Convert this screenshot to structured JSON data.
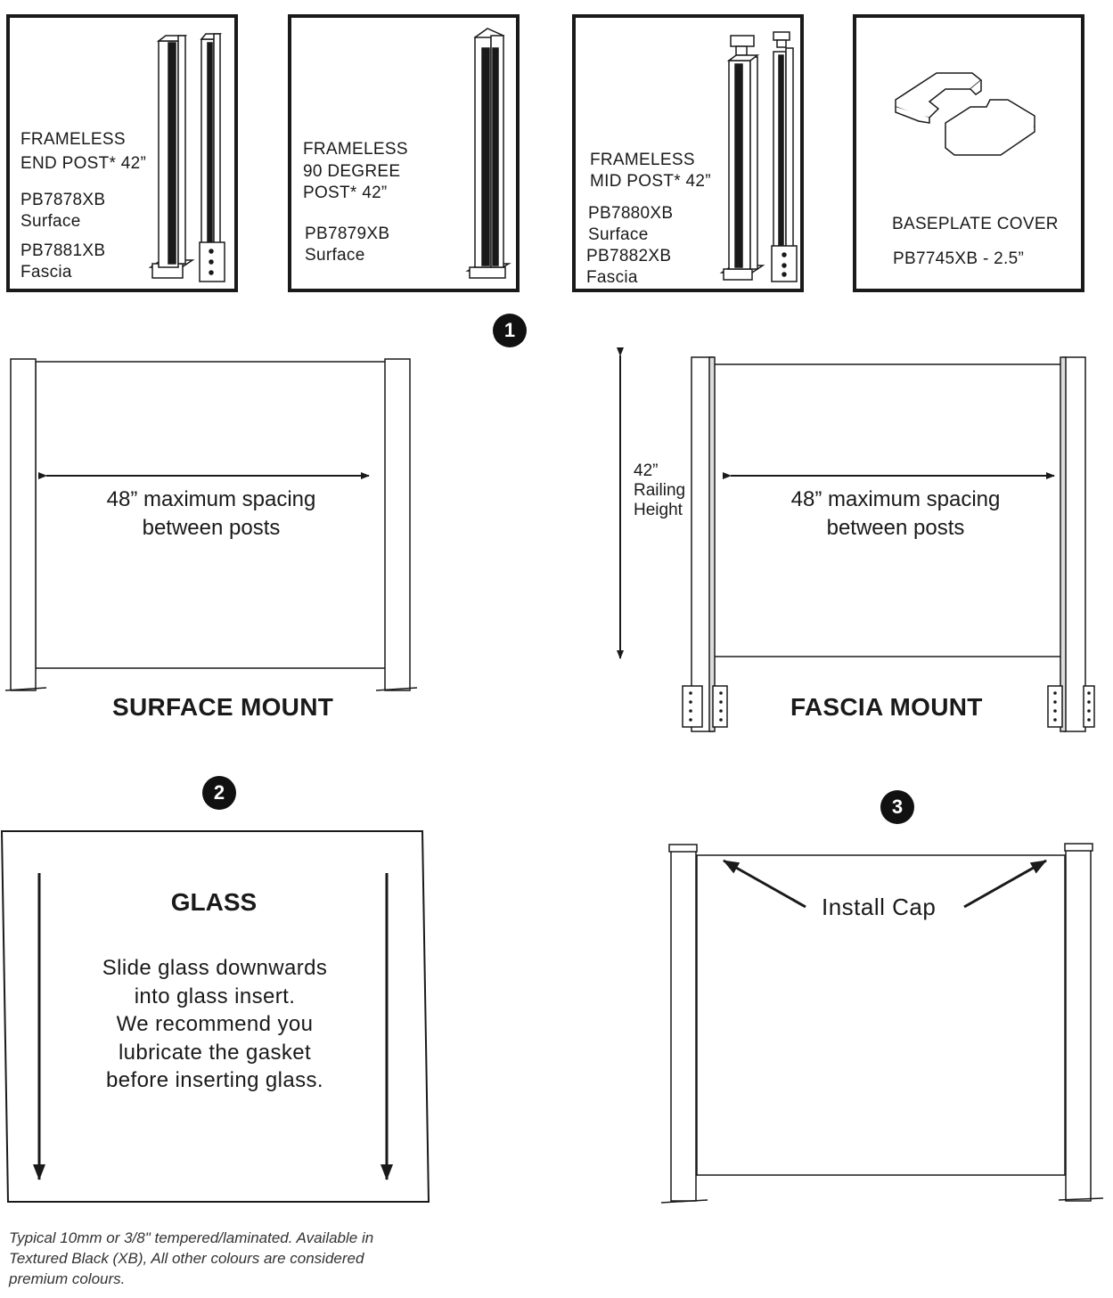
{
  "products": [
    {
      "lines": [
        "FRAMELESS",
        "END POST* 42”"
      ],
      "sku1": "PB7878XB",
      "mount1": "Surface",
      "sku2": "PB7881XB",
      "mount2": "Fascia"
    },
    {
      "lines": [
        "FRAMELESS",
        "90 DEGREE",
        "POST* 42”"
      ],
      "sku1": "PB7879XB",
      "mount1": "Surface"
    },
    {
      "lines": [
        "FRAMELESS",
        "MID POST* 42”"
      ],
      "sku1": "PB7880XB",
      "mount1": "Surface",
      "sku2": "PB7882XB",
      "mount2": "Fascia"
    },
    {
      "lines": [
        "BASEPLATE COVER"
      ],
      "sku1": "PB7745XB - 2.5”"
    }
  ],
  "steps": [
    "1",
    "2",
    "3"
  ],
  "surface": {
    "spacing_line1": "48” maximum spacing",
    "spacing_line2": "between posts",
    "title": "SURFACE MOUNT"
  },
  "fascia": {
    "height_line1": "42”",
    "height_line2": "Railing",
    "height_line3": "Height",
    "spacing_line1": "48” maximum spacing",
    "spacing_line2": "between posts",
    "title": "FASCIA MOUNT"
  },
  "glass": {
    "title": "GLASS",
    "line1": "Slide glass downwards",
    "line2": "into glass insert.",
    "line3": "We recommend you",
    "line4": "lubricate the gasket",
    "line5": "before inserting glass."
  },
  "cap": {
    "label": "Install Cap"
  },
  "note": {
    "line1": "Typical 10mm or 3/8\" tempered/laminated.  Available in",
    "line2": "Textured Black (XB), All other colours are considered",
    "line3": "premium colours."
  },
  "colors": {
    "ink": "#1a1a1a",
    "panel": "#ffffff"
  }
}
